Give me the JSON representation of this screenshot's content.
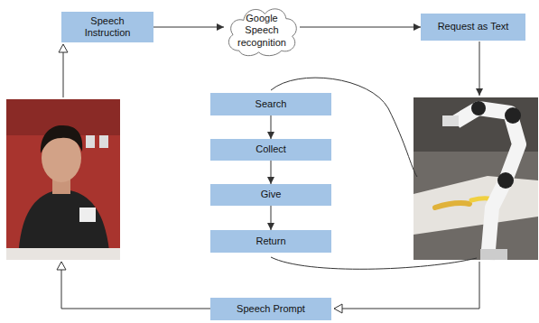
{
  "diagram": {
    "nodes": [
      {
        "text": [
          "Speech Instruction"
        ]
      },
      {
        "text": [
          "Google Speech recognition"
        ]
      },
      {
        "text": [
          "Request as Text"
        ]
      },
      {
        "text": [
          "Search"
        ]
      },
      {
        "text": [
          "Collect"
        ]
      },
      {
        "text": [
          "Give"
        ]
      },
      {
        "text": [
          "Return"
        ]
      },
      {
        "text": [
          "Speech Prompt"
        ]
      }
    ],
    "edges": [
      {
        "from": 0,
        "to": 1,
        "arrow": "to"
      },
      {
        "from": 1,
        "to": 2,
        "arrow": "to"
      },
      {
        "from": 3,
        "to": 4,
        "arrow": "to"
      },
      {
        "from": 4,
        "to": 5,
        "arrow": "to"
      },
      {
        "from": 5,
        "to": 6,
        "arrow": "to"
      }
    ]
  }
}
